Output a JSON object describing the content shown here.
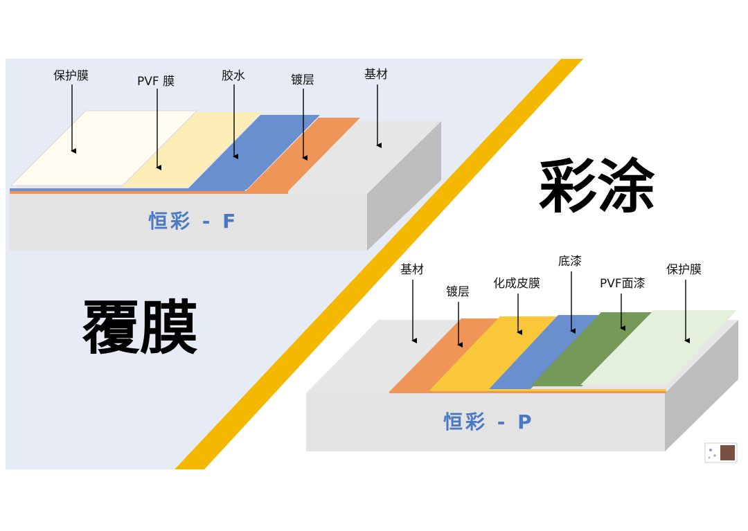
{
  "film_panel": {
    "title": "覆膜",
    "product_name": "恒彩 - F",
    "layer_labels": [
      "保护膜",
      "PVF 膜",
      "胶水",
      "镀层",
      "基材"
    ]
  },
  "coat_panel": {
    "title": "彩涂",
    "product_name": "恒彩 - P",
    "layer_labels": [
      "基材",
      "镀层",
      "化成皮膜",
      "底漆",
      "PVF面漆",
      "保护膜"
    ]
  },
  "colors": {
    "panel_bg": "#e7ebf5",
    "divider_stripe": "#f5b800",
    "product_text": "#4a78c2",
    "substrate_top": "#e6e6e6",
    "substrate_front": "#e3e3e3",
    "substrate_side": "#bdbdbd",
    "protective_film_f": "#fffdf2",
    "pvf_film": "#fcecb5",
    "glue": "#6a8fcf",
    "plating": "#ee9557",
    "conversion_film": "#f9c83a",
    "primer": "#6a8fcf",
    "pvf_topcoat": "#759a57",
    "protective_film_p": "#e4f0dc"
  },
  "icons": [
    "arrow-down-icon",
    "thumbnail-icon"
  ]
}
